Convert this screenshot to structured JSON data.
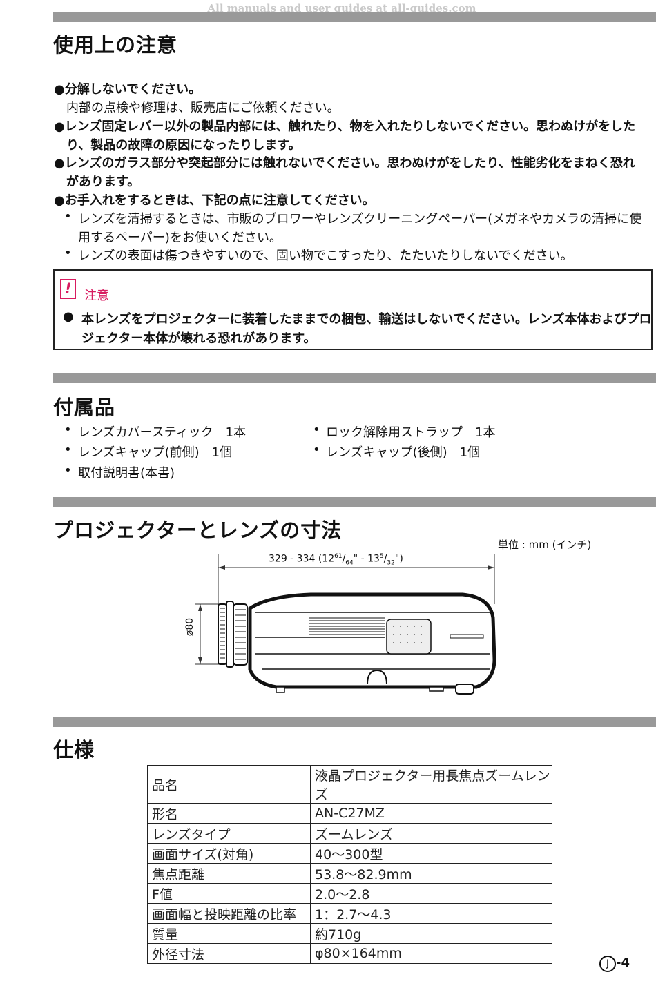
{
  "watermark": "All manuals and user guides at all-guides.com",
  "section1": {
    "title": "使用上の注意",
    "items": [
      {
        "head": "●分解しないでください。",
        "body": "内部の点検や修理は、販売店にご依頼ください。"
      },
      {
        "line1": "●レンズ固定レバー以外の製品内部には、触れたり、物を入れたりしないでください。思わぬけがをした",
        "line2": "り、製品の故障の原因になったりします。"
      },
      {
        "line1": "●レンズのガラス部分や突起部分には触れないでください。思わぬけがをしたり、性能劣化をまねく恐れ",
        "line2": "があります。"
      },
      {
        "head": "●お手入れをするときは、下記の点に注意してください。"
      }
    ],
    "sub_items": [
      {
        "line1": "レンズを清掃するときは、市販のブロワーやレンズクリーニングペーパー(メガネやカメラの清掃に使",
        "line2": "用するペーパー)をお使いください。"
      },
      {
        "line1": "レンズの表面は傷つきやすいので、固い物でこすったり、たたいたりしないでください。"
      }
    ],
    "bullet": "•"
  },
  "caution": {
    "icon": "!",
    "label": "注意",
    "bullet": "●",
    "line1": "本レンズをプロジェクターに装着したままでの梱包、輸送はしないでください。レンズ本体およびプロ",
    "line2": "ジェクター本体が壊れる恐れがあります。"
  },
  "section2": {
    "title": "付属品",
    "items": [
      "レンズカバースティック　1本",
      "ロック解除用ストラップ　1本",
      "レンズキャップ(前側)　1個",
      "レンズキャップ(後側)　1個",
      "取付説明書(本書)"
    ]
  },
  "section3": {
    "title": "プロジェクターとレンズの寸法",
    "unit": "単位 : mm (インチ)",
    "dim_length": {
      "base": "329 - 334 (12",
      "n1": "61",
      "d1": "64",
      "mid": "\" - 13",
      "n2": "5",
      "d2": "32",
      "end": "\")"
    },
    "dim_diameter": "ø80"
  },
  "section4": {
    "title": "仕様",
    "rows": [
      {
        "k": "品名",
        "v": "液晶プロジェクター用長焦点ズームレンズ"
      },
      {
        "k": "形名",
        "v": "AN-C27MZ"
      },
      {
        "k": "レンズタイプ",
        "v": "ズームレンズ"
      },
      {
        "k": "画面サイズ(対角)",
        "v": "40〜300型"
      },
      {
        "k": "焦点距離",
        "v": "53.8〜82.9mm"
      },
      {
        "k": "F値",
        "v": "2.0〜2.8"
      },
      {
        "k": "画面幅と投映距離の比率",
        "v": "1：2.7〜4.3"
      },
      {
        "k": "質量",
        "v": "約710g"
      },
      {
        "k": "外径寸法",
        "v": "φ80×164mm"
      }
    ]
  },
  "page": {
    "circle": "J",
    "number": "-4"
  }
}
